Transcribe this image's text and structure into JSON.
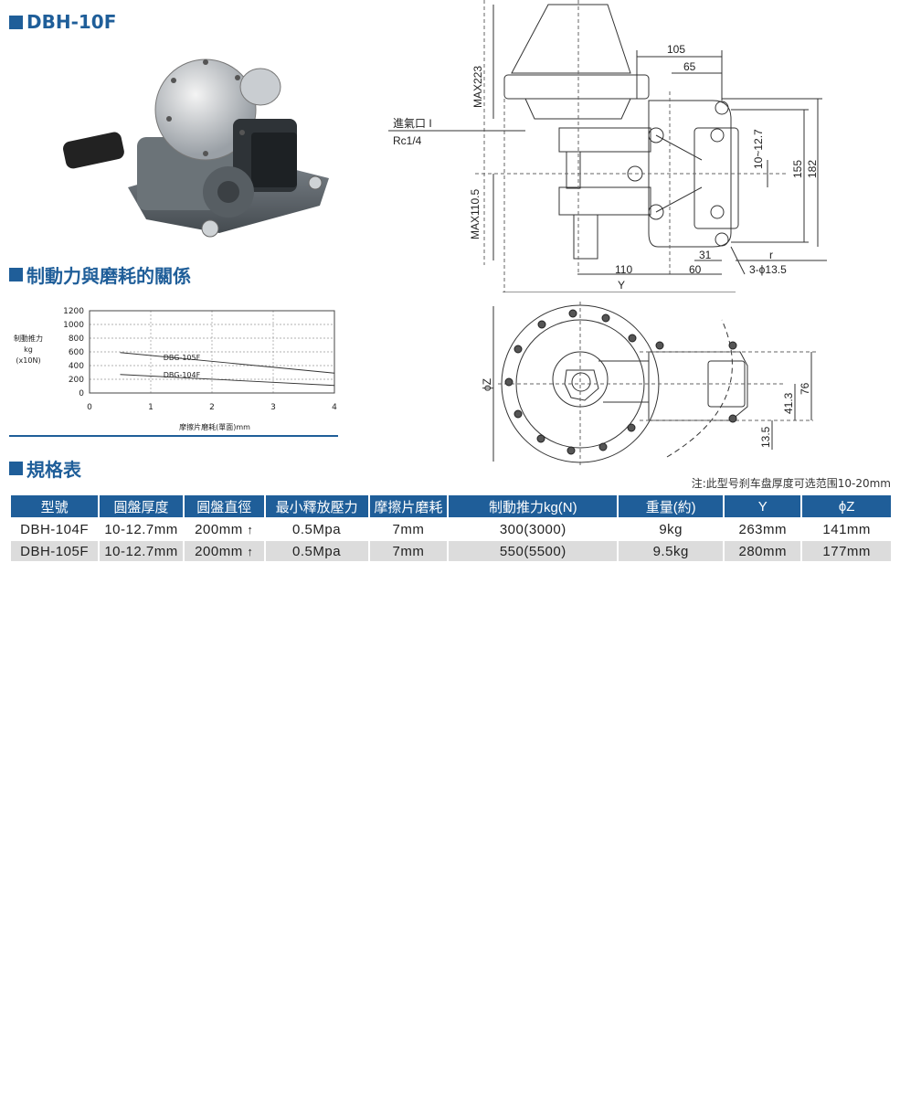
{
  "header": {
    "title": "DBH-10F"
  },
  "section_relation": {
    "title": "制動力與磨耗的關係"
  },
  "section_spec": {
    "title": "規格表"
  },
  "drawing_labels": {
    "inlet": "進氣口 I",
    "inlet_thread": "Rc1/4",
    "d105": "105",
    "d65": "65",
    "max223": "MAX223",
    "max110": "MAX110.5",
    "d10_12": "10~12.7",
    "d155": "155",
    "d182": "182",
    "d31": "31",
    "dr": "r",
    "d110": "110",
    "d60": "60",
    "holes": "3-ϕ13.5",
    "dY": "Y",
    "phiZ": "ϕZ",
    "d41": "41.3",
    "d76": "76",
    "d13": "13.5"
  },
  "chart_data": {
    "type": "line",
    "title": "",
    "ylabel": "制動推力 kg (x10N)",
    "xlabel": "摩擦片磨耗(單面)mm",
    "xlim": [
      0,
      4
    ],
    "ylim": [
      0,
      1200
    ],
    "xticks": [
      "0",
      "1",
      "2",
      "3",
      "4"
    ],
    "yticks": [
      "0",
      "200",
      "400",
      "600",
      "800",
      "1000",
      "1200"
    ],
    "grid": true,
    "series": [
      {
        "name": "DBG-105F",
        "x": [
          0.5,
          4
        ],
        "y": [
          590,
          290
        ],
        "color": "#333333"
      },
      {
        "name": "DBG-104F",
        "x": [
          0.5,
          4
        ],
        "y": [
          270,
          110
        ],
        "color": "#333333"
      }
    ]
  },
  "chart_text": {
    "ylab1": "制動推力",
    "ylab2": "kg",
    "ylab3": "(x10N)",
    "xlab": "摩擦片磨耗(單面)mm"
  },
  "note": "注:此型号刹车盘厚度可选范围10-20mm",
  "spec_table": {
    "headers": [
      "型號",
      "圓盤厚度",
      "圓盤直徑",
      "最小釋放壓力",
      "摩擦片磨耗",
      "制動推力kg(N)",
      "重量(約)",
      "Y",
      "ϕZ"
    ],
    "rows": [
      [
        "DBH-104F",
        "10-12.7mm",
        "200mm",
        "0.5Mpa",
        "7mm",
        "300(3000)",
        "9kg",
        "263mm",
        "141mm"
      ],
      [
        "DBH-105F",
        "10-12.7mm",
        "200mm",
        "0.5Mpa",
        "7mm",
        "550(5500)",
        "9.5kg",
        "280mm",
        "177mm"
      ]
    ],
    "arrow_glyph": "↑"
  },
  "colors": {
    "accent": "#1f5e99",
    "row_alt": "#dcdcdc"
  }
}
